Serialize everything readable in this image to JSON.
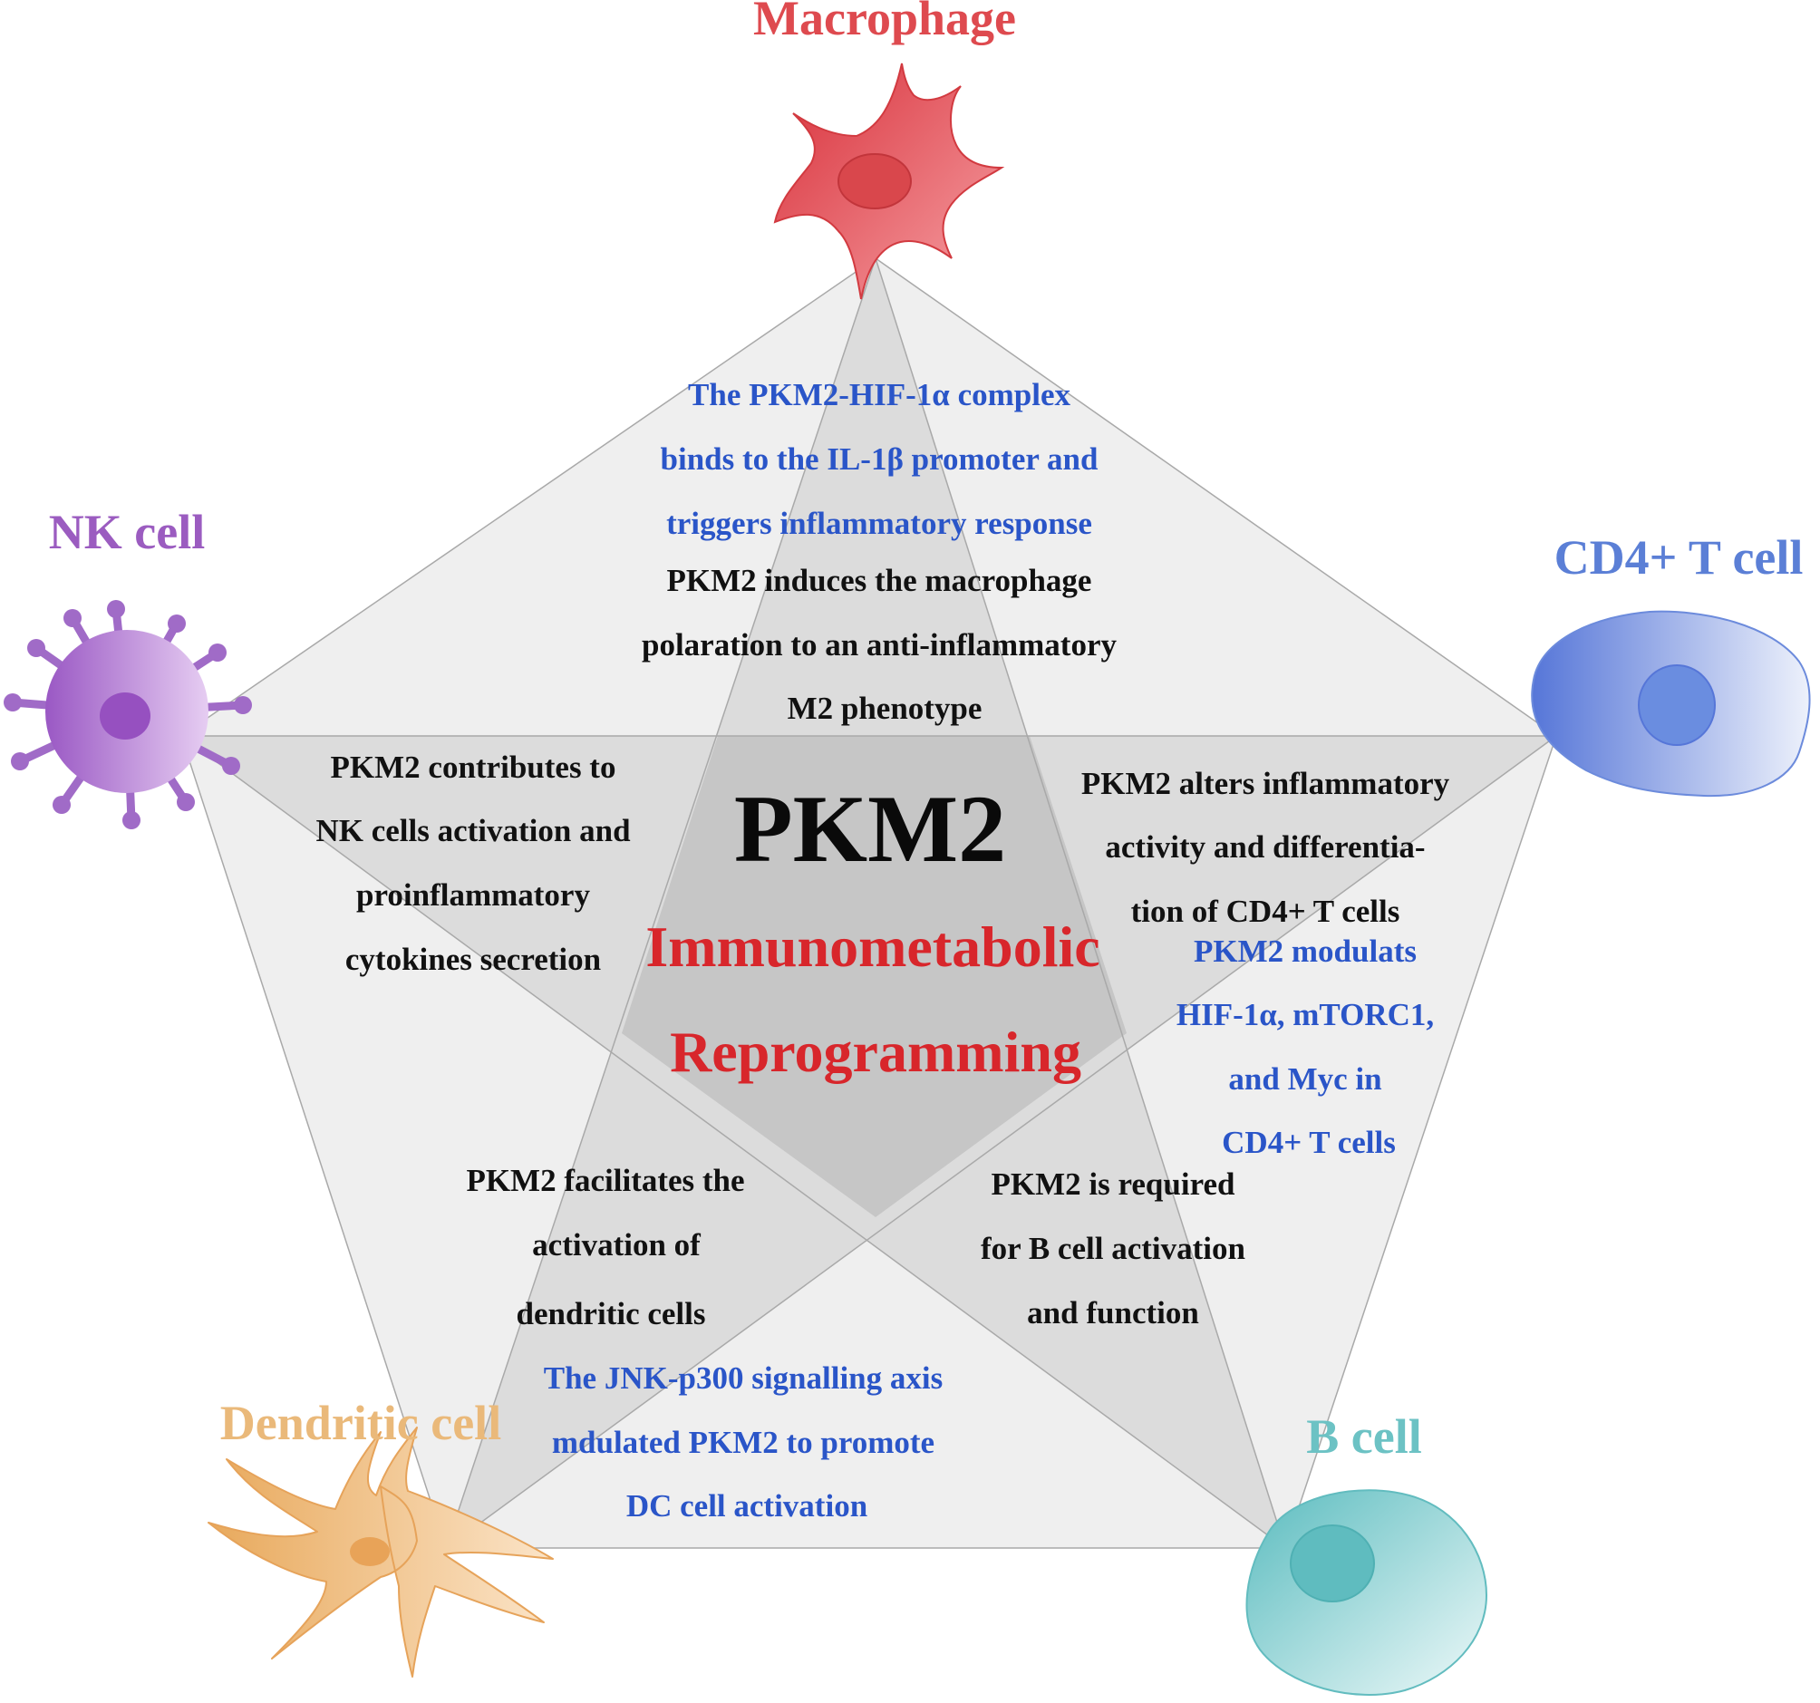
{
  "center": {
    "title": "PKM2",
    "subtitle_line1": "Immunometabolic",
    "subtitle_line2": "Reprogramming"
  },
  "cells": {
    "macrophage": {
      "name": "Macrophage",
      "color": "#de4a4f"
    },
    "nk": {
      "name": "NK cell",
      "color": "#9b5cc0"
    },
    "cd4": {
      "name": "CD4+ T cell",
      "color": "#5b7fd6"
    },
    "dendritic": {
      "name": "Dendritic cell",
      "color": "#eab97a"
    },
    "bcell": {
      "name": "B cell",
      "color": "#6cc2c4"
    }
  },
  "texts": {
    "macrophage_blue": [
      "The PKM2-HIF-1α complex",
      "binds to the IL-1β promoter and",
      "triggers inflammatory response"
    ],
    "macrophage_black": [
      "PKM2 induces the macrophage",
      "polaration to  an anti-inflammatory",
      "M2 phenotype"
    ],
    "nk_black": [
      "PKM2 contributes to",
      "NK cells activation and",
      "proinflammatory",
      "cytokines secretion"
    ],
    "cd4_black": [
      "PKM2 alters inflammatory",
      "activity and differentia-",
      "tion of CD4+ T cells"
    ],
    "cd4_blue": [
      "PKM2 modulats",
      "HIF-1α, mTORC1,",
      "and Myc in",
      "CD4+ T cells"
    ],
    "dendritic_black": [
      "PKM2 facilitates the",
      "activation of",
      "dendritic cells"
    ],
    "dendritic_blue": [
      "The JNK-p300 signalling axis",
      "mdulated PKM2 to promote",
      "DC cell activation"
    ],
    "bcell_black": [
      "PKM2 is required",
      "for B cell activation",
      "and function"
    ]
  }
}
